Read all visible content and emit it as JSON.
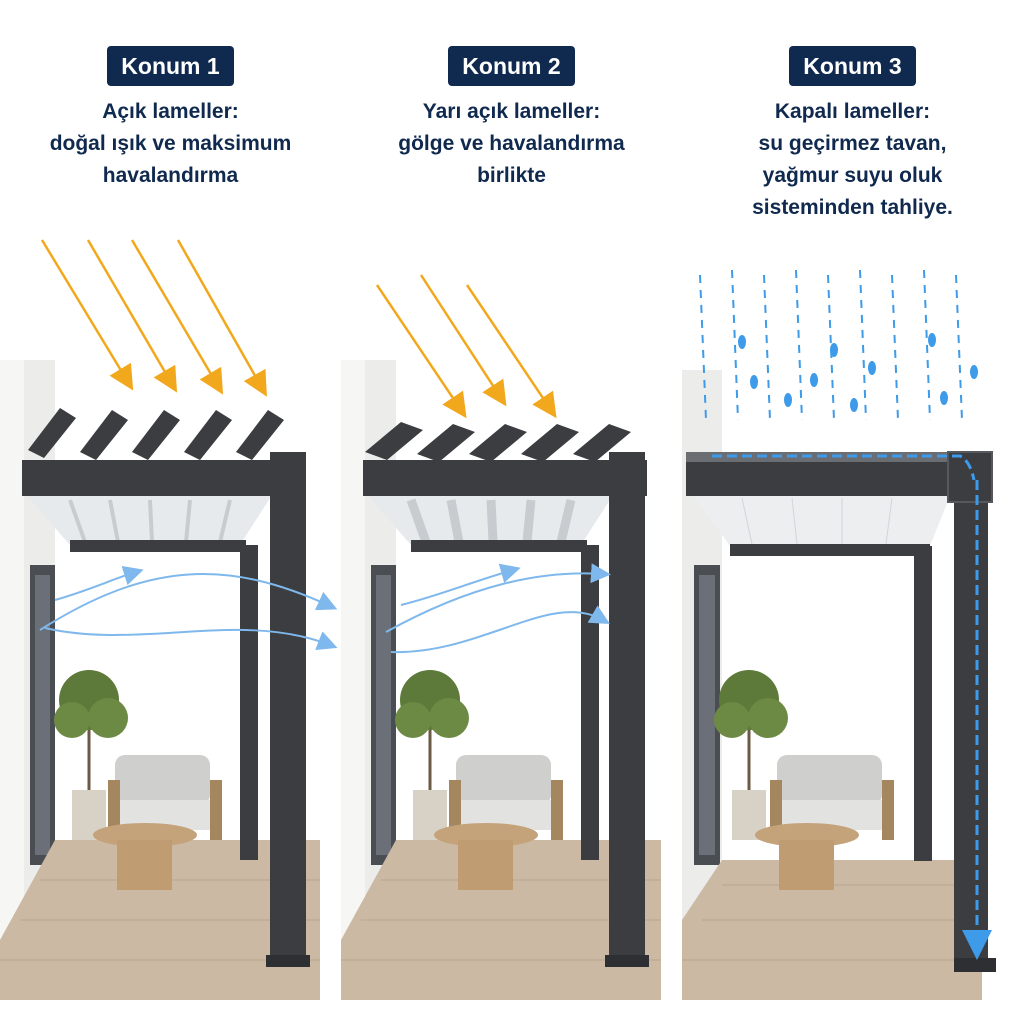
{
  "colors": {
    "navy": "#10294e",
    "frame": "#3b3d41",
    "sun_arrow": "#f2a81d",
    "wind_arrow": "#7fb8ec",
    "rain": "#3d9be9",
    "deck": "#c9b7a0",
    "wall": "#ececea"
  },
  "panels": [
    {
      "label": "Konum 1",
      "lines": [
        "Açık lameller:",
        "doğal ışık ve maksimum",
        "havalandırma"
      ],
      "state": "open",
      "icons": [
        "sun-ray-icon",
        "wind-arrow-icon"
      ]
    },
    {
      "label": "Konum 2",
      "lines": [
        "Yarı açık lameller:",
        "gölge ve havalandırma",
        "birlikte"
      ],
      "state": "half-open",
      "icons": [
        "sun-ray-icon",
        "wind-arrow-icon"
      ]
    },
    {
      "label": "Konum 3",
      "lines": [
        "Kapalı lameller:",
        "su geçirmez tavan,",
        "yağmur suyu oluk",
        "sisteminden tahliye."
      ],
      "state": "closed",
      "icons": [
        "raindrop-icon",
        "drain-flow-icon"
      ]
    }
  ]
}
